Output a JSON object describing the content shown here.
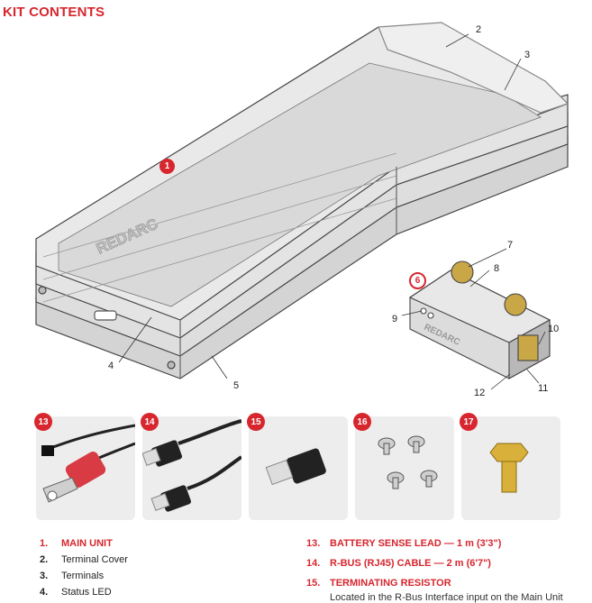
{
  "title": "KIT CONTENTS",
  "brand_text": "REDARC",
  "callouts": {
    "c1": "1",
    "c2": "2",
    "c3": "3",
    "c4": "4",
    "c5": "5",
    "c6": "6",
    "c7": "7",
    "c8": "8",
    "c9": "9",
    "c10": "10",
    "c11": "11",
    "c12": "12"
  },
  "tiles": [
    {
      "badge": "13",
      "name": "battery-sense-lead"
    },
    {
      "badge": "14",
      "name": "rbus-cable"
    },
    {
      "badge": "15",
      "name": "terminating-resistor"
    },
    {
      "badge": "16",
      "name": "screws"
    },
    {
      "badge": "17",
      "name": "bolt"
    }
  ],
  "list_left": [
    {
      "num": "1.",
      "label": "MAIN UNIT",
      "highlight": true
    },
    {
      "num": "2.",
      "label": "Terminal Cover",
      "highlight": false
    },
    {
      "num": "3.",
      "label": "Terminals",
      "highlight": false
    },
    {
      "num": "4.",
      "label": "Status LED",
      "highlight": false
    }
  ],
  "list_right": [
    {
      "num": "13.",
      "label": "BATTERY SENSE LEAD — 1 m (3'3\")"
    },
    {
      "num": "14.",
      "label": "R-BUS (RJ45) CABLE — 2 m (6'7\")"
    },
    {
      "num": "15.",
      "label": "TERMINATING RESISTOR"
    }
  ],
  "note_text": "Located in the R-Bus Interface input on the Main Unit",
  "colors": {
    "accent": "#d7262e",
    "tile_bg": "#ededed",
    "line": "#333333"
  }
}
